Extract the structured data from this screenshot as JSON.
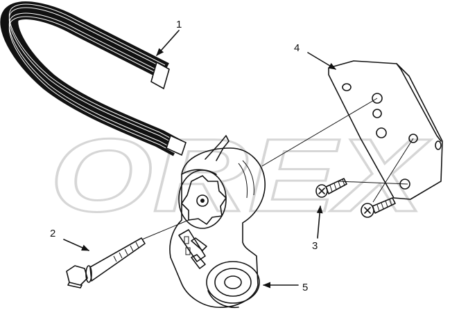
{
  "watermark": "OREX",
  "parts": [
    {
      "label": "1"
    },
    {
      "label": "2"
    },
    {
      "label": "3"
    },
    {
      "label": "4"
    },
    {
      "label": "5"
    }
  ]
}
